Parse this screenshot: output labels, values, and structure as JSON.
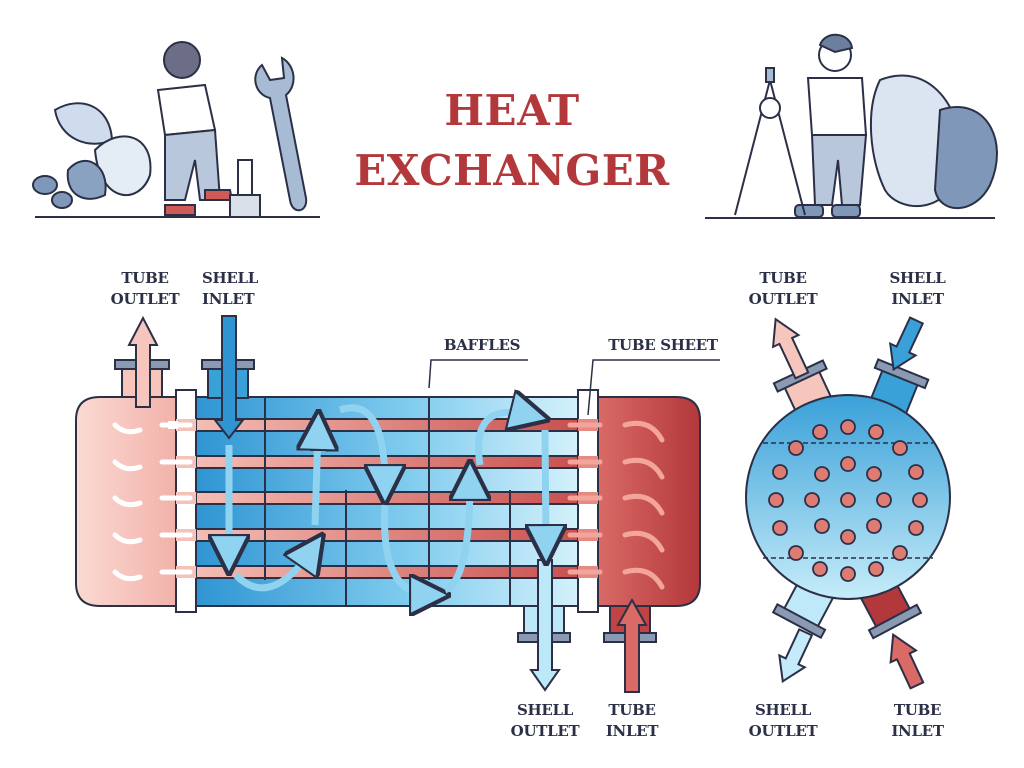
{
  "title": {
    "line1": "HEAT",
    "line2": "EXCHANGER",
    "color": "#b3383b"
  },
  "colors": {
    "hot": "#b8393c",
    "warm": "#f2b5ad",
    "cool": "#3aa0d8",
    "cold": "#c8ecf9",
    "outline": "#2b3047"
  },
  "side_view": {
    "labels": {
      "tube_outlet": [
        "TUBE",
        "OUTLET"
      ],
      "shell_inlet": [
        "SHELL",
        "INLET"
      ],
      "baffles": "BAFFLES",
      "tube_sheet": "TUBE SHEET",
      "shell_outlet": [
        "SHELL",
        "OUTLET"
      ],
      "tube_inlet": [
        "TUBE",
        "INLET"
      ]
    }
  },
  "cross_section": {
    "labels": {
      "tube_outlet": [
        "TUBE",
        "OUTLET"
      ],
      "shell_inlet": [
        "SHELL",
        "INLET"
      ],
      "shell_outlet": [
        "SHELL",
        "OUTLET"
      ],
      "tube_inlet": [
        "TUBE",
        "INLET"
      ]
    }
  }
}
